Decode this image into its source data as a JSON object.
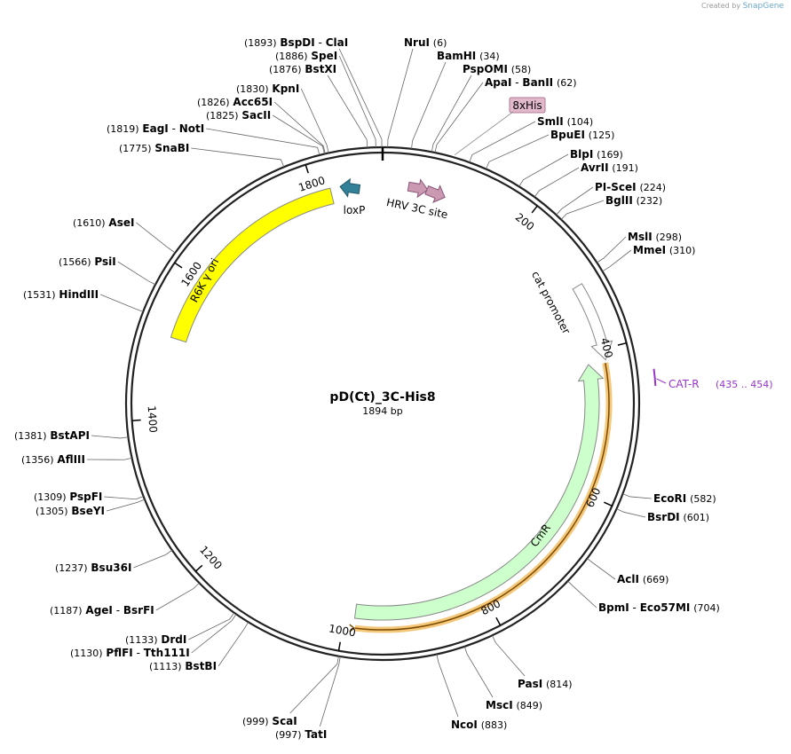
{
  "brand": {
    "created_by": "Created by",
    "name": "SnapGene"
  },
  "plasmid": {
    "name": "pD(Ct)_3C-His8",
    "length_label": "1894 bp",
    "length": 1894
  },
  "ticks": [
    {
      "bp": 200,
      "label": "200"
    },
    {
      "bp": 400,
      "label": "400"
    },
    {
      "bp": 600,
      "label": "600"
    },
    {
      "bp": 800,
      "label": "800"
    },
    {
      "bp": 1000,
      "label": "1000"
    },
    {
      "bp": 1200,
      "label": "1200"
    },
    {
      "bp": 1400,
      "label": "1400"
    },
    {
      "bp": 1600,
      "label": "1600"
    },
    {
      "bp": 1800,
      "label": "1800"
    }
  ],
  "features": [
    {
      "name": "R6K γ ori",
      "start": 1512,
      "end": 1822,
      "dir": "none",
      "color": "#ffff00",
      "stroke": "#888888"
    },
    {
      "name": "CmR",
      "start": 417,
      "end": 986,
      "dir": "reverse",
      "color": "#ccffcc",
      "stroke": "#888888"
    },
    {
      "name": "cat promoter",
      "start": 310,
      "end": 415,
      "dir": "forward",
      "color": "#ffffff",
      "stroke": "#888888"
    },
    {
      "name": "loxP",
      "start": 1865,
      "end": 1885,
      "dir": "reverse",
      "color": "#338099",
      "stroke": "#225566"
    },
    {
      "name": "HRV 3C site",
      "start": 40,
      "end": 62,
      "dir": "forward",
      "color": "#cc99b2",
      "stroke": "#885577"
    }
  ],
  "orange_arc": {
    "start": 417,
    "end": 986
  },
  "primer": {
    "name": "CAT-R",
    "range": "(435 .. 454)",
    "color": "#9933cc"
  },
  "his_tag": {
    "label": "8xHis"
  },
  "enzymes": [
    {
      "name": "BspDI",
      "name2": "ClaI",
      "pos": "(1893)",
      "bp": 1893,
      "side": "L"
    },
    {
      "name": "SpeI",
      "pos": "(1886)",
      "bp": 1886,
      "side": "L"
    },
    {
      "name": "BstXI",
      "pos": "(1876)",
      "bp": 1876,
      "side": "L"
    },
    {
      "name": "KpnI",
      "pos": "(1830)",
      "bp": 1830,
      "side": "L"
    },
    {
      "name": "Acc65I",
      "pos": "(1826)",
      "bp": 1826,
      "side": "L"
    },
    {
      "name": "SacII",
      "pos": "(1825)",
      "bp": 1825,
      "side": "L"
    },
    {
      "name": "EagI",
      "name2": "NotI",
      "pos": "(1819)",
      "bp": 1819,
      "side": "L"
    },
    {
      "name": "SnaBI",
      "pos": "(1775)",
      "bp": 1775,
      "side": "L"
    },
    {
      "name": "AseI",
      "pos": "(1610)",
      "bp": 1610,
      "side": "L"
    },
    {
      "name": "PsiI",
      "pos": "(1566)",
      "bp": 1566,
      "side": "L"
    },
    {
      "name": "HindIII",
      "pos": "(1531)",
      "bp": 1531,
      "side": "L"
    },
    {
      "name": "BstAPI",
      "pos": "(1381)",
      "bp": 1381,
      "side": "L"
    },
    {
      "name": "AflIII",
      "pos": "(1356)",
      "bp": 1356,
      "side": "L"
    },
    {
      "name": "PspFI",
      "pos": "(1309)",
      "bp": 1309,
      "side": "L"
    },
    {
      "name": "BseYI",
      "pos": "(1305)",
      "bp": 1305,
      "side": "L"
    },
    {
      "name": "Bsu36I",
      "pos": "(1237)",
      "bp": 1237,
      "side": "L"
    },
    {
      "name": "AgeI",
      "name2": "BsrFI",
      "pos": "(1187)",
      "bp": 1187,
      "side": "L"
    },
    {
      "name": "DrdI",
      "pos": "(1133)",
      "bp": 1133,
      "side": "L"
    },
    {
      "name": "PflFI",
      "name2": "Tth111I",
      "pos": "(1130)",
      "bp": 1130,
      "side": "L"
    },
    {
      "name": "BstBI",
      "pos": "(1113)",
      "bp": 1113,
      "side": "L"
    },
    {
      "name": "ScaI",
      "pos": "(999)",
      "bp": 999,
      "side": "L"
    },
    {
      "name": "TatI",
      "pos": "(997)",
      "bp": 997,
      "side": "L"
    },
    {
      "name": "NruI",
      "pos": "(6)",
      "bp": 6,
      "side": "R"
    },
    {
      "name": "BamHI",
      "pos": "(34)",
      "bp": 34,
      "side": "R"
    },
    {
      "name": "PspOMI",
      "pos": "(58)",
      "bp": 58,
      "side": "R"
    },
    {
      "name": "ApaI",
      "name2": "BanII",
      "pos": "(62)",
      "bp": 62,
      "side": "R"
    },
    {
      "name": "SmlI",
      "pos": "(104)",
      "bp": 104,
      "side": "R"
    },
    {
      "name": "BpuEI",
      "pos": "(125)",
      "bp": 125,
      "side": "R"
    },
    {
      "name": "BlpI",
      "pos": "(169)",
      "bp": 169,
      "side": "R"
    },
    {
      "name": "AvrII",
      "pos": "(191)",
      "bp": 191,
      "side": "R"
    },
    {
      "name": "PI-SceI",
      "pos": "(224)",
      "bp": 224,
      "side": "R"
    },
    {
      "name": "BglII",
      "pos": "(232)",
      "bp": 232,
      "side": "R"
    },
    {
      "name": "MslI",
      "pos": "(298)",
      "bp": 298,
      "side": "R"
    },
    {
      "name": "MmeI",
      "pos": "(310)",
      "bp": 310,
      "side": "R"
    },
    {
      "name": "EcoRI",
      "pos": "(582)",
      "bp": 582,
      "side": "R"
    },
    {
      "name": "BsrDI",
      "pos": "(601)",
      "bp": 601,
      "side": "R"
    },
    {
      "name": "AclI",
      "pos": "(669)",
      "bp": 669,
      "side": "R"
    },
    {
      "name": "BpmI",
      "name2": "Eco57MI",
      "pos": "(704)",
      "bp": 704,
      "side": "R"
    },
    {
      "name": "PasI",
      "pos": "(814)",
      "bp": 814,
      "side": "R"
    },
    {
      "name": "MscI",
      "pos": "(849)",
      "bp": 849,
      "side": "R"
    },
    {
      "name": "NcoI",
      "pos": "(883)",
      "bp": 883,
      "side": "R"
    }
  ]
}
